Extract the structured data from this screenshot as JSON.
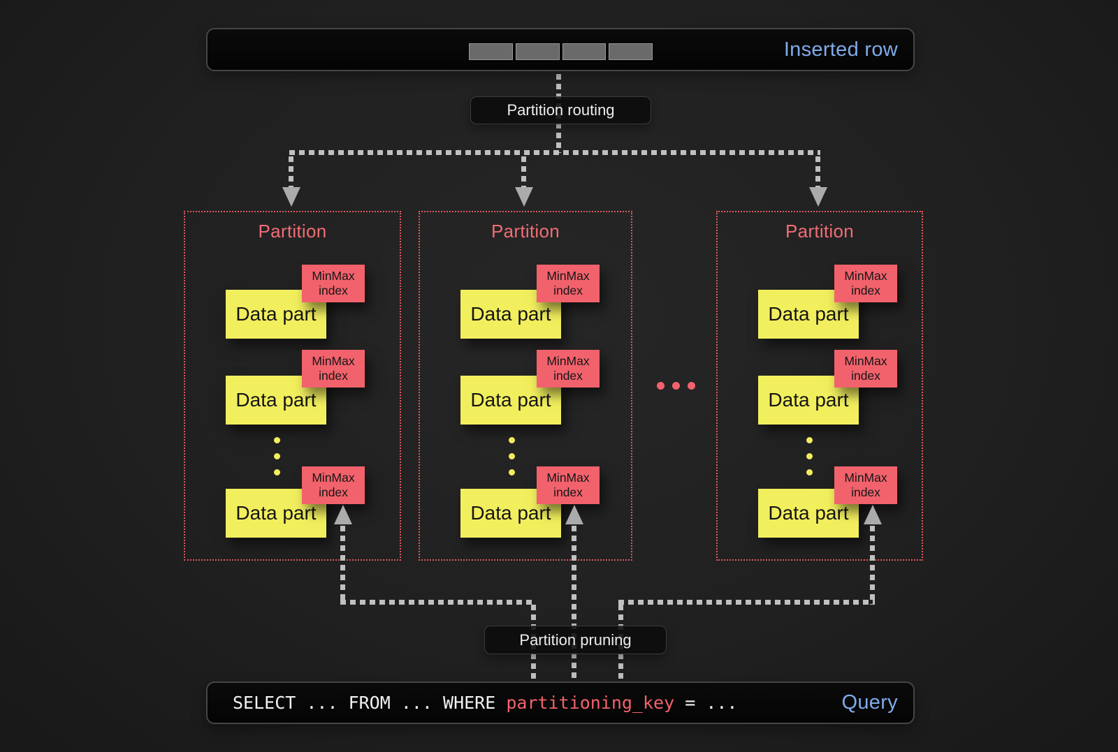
{
  "inserted_row": {
    "label": "Inserted row",
    "cell_count": 4
  },
  "routing_label": "Partition routing",
  "pruning_label": "Partition pruning",
  "ellipsis": "...",
  "partitions": [
    {
      "title": "Partition",
      "parts": [
        {
          "name": "Data part",
          "index_tag": "MinMax index"
        },
        {
          "name": "Data part",
          "index_tag": "MinMax index"
        },
        {
          "name": "Data part",
          "index_tag": "MinMax index"
        }
      ]
    },
    {
      "title": "Partition",
      "parts": [
        {
          "name": "Data part",
          "index_tag": "MinMax index"
        },
        {
          "name": "Data part",
          "index_tag": "MinMax index"
        },
        {
          "name": "Data part",
          "index_tag": "MinMax index"
        }
      ]
    },
    {
      "title": "Partition",
      "parts": [
        {
          "name": "Data part",
          "index_tag": "MinMax index"
        },
        {
          "name": "Data part",
          "index_tag": "MinMax index"
        },
        {
          "name": "Data part",
          "index_tag": "MinMax index"
        }
      ]
    }
  ],
  "query": {
    "sql_prefix": "SELECT ... FROM ... WHERE ",
    "sql_key": "partitioning_key",
    "sql_suffix": " = ...",
    "label": "Query"
  },
  "colors": {
    "blue": "#7fabe8",
    "red": "#f2626c",
    "yellow": "#f2ef5e",
    "redline": "#dd5a5e",
    "redtitle": "#f26d75",
    "line": "#c0c0c0"
  }
}
